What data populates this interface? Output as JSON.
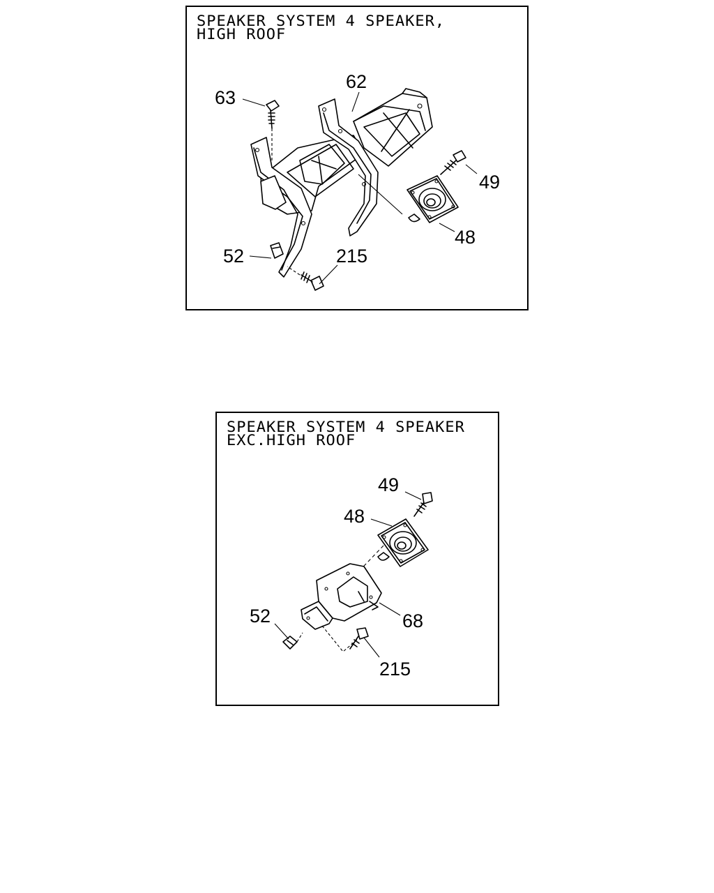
{
  "diagrams": [
    {
      "title_line1": "SPEAKER SYSTEM 4 SPEAKER,",
      "title_line2": "HIGH ROOF",
      "callouts": {
        "c63": "63",
        "c62": "62",
        "c49": "49",
        "c48": "48",
        "c52": "52",
        "c215": "215"
      }
    },
    {
      "title_line1": "SPEAKER SYSTEM 4 SPEAKER",
      "title_line2": "EXC.HIGH ROOF",
      "callouts": {
        "c49": "49",
        "c48": "48",
        "c68": "68",
        "c52": "52",
        "c215": "215"
      }
    }
  ]
}
